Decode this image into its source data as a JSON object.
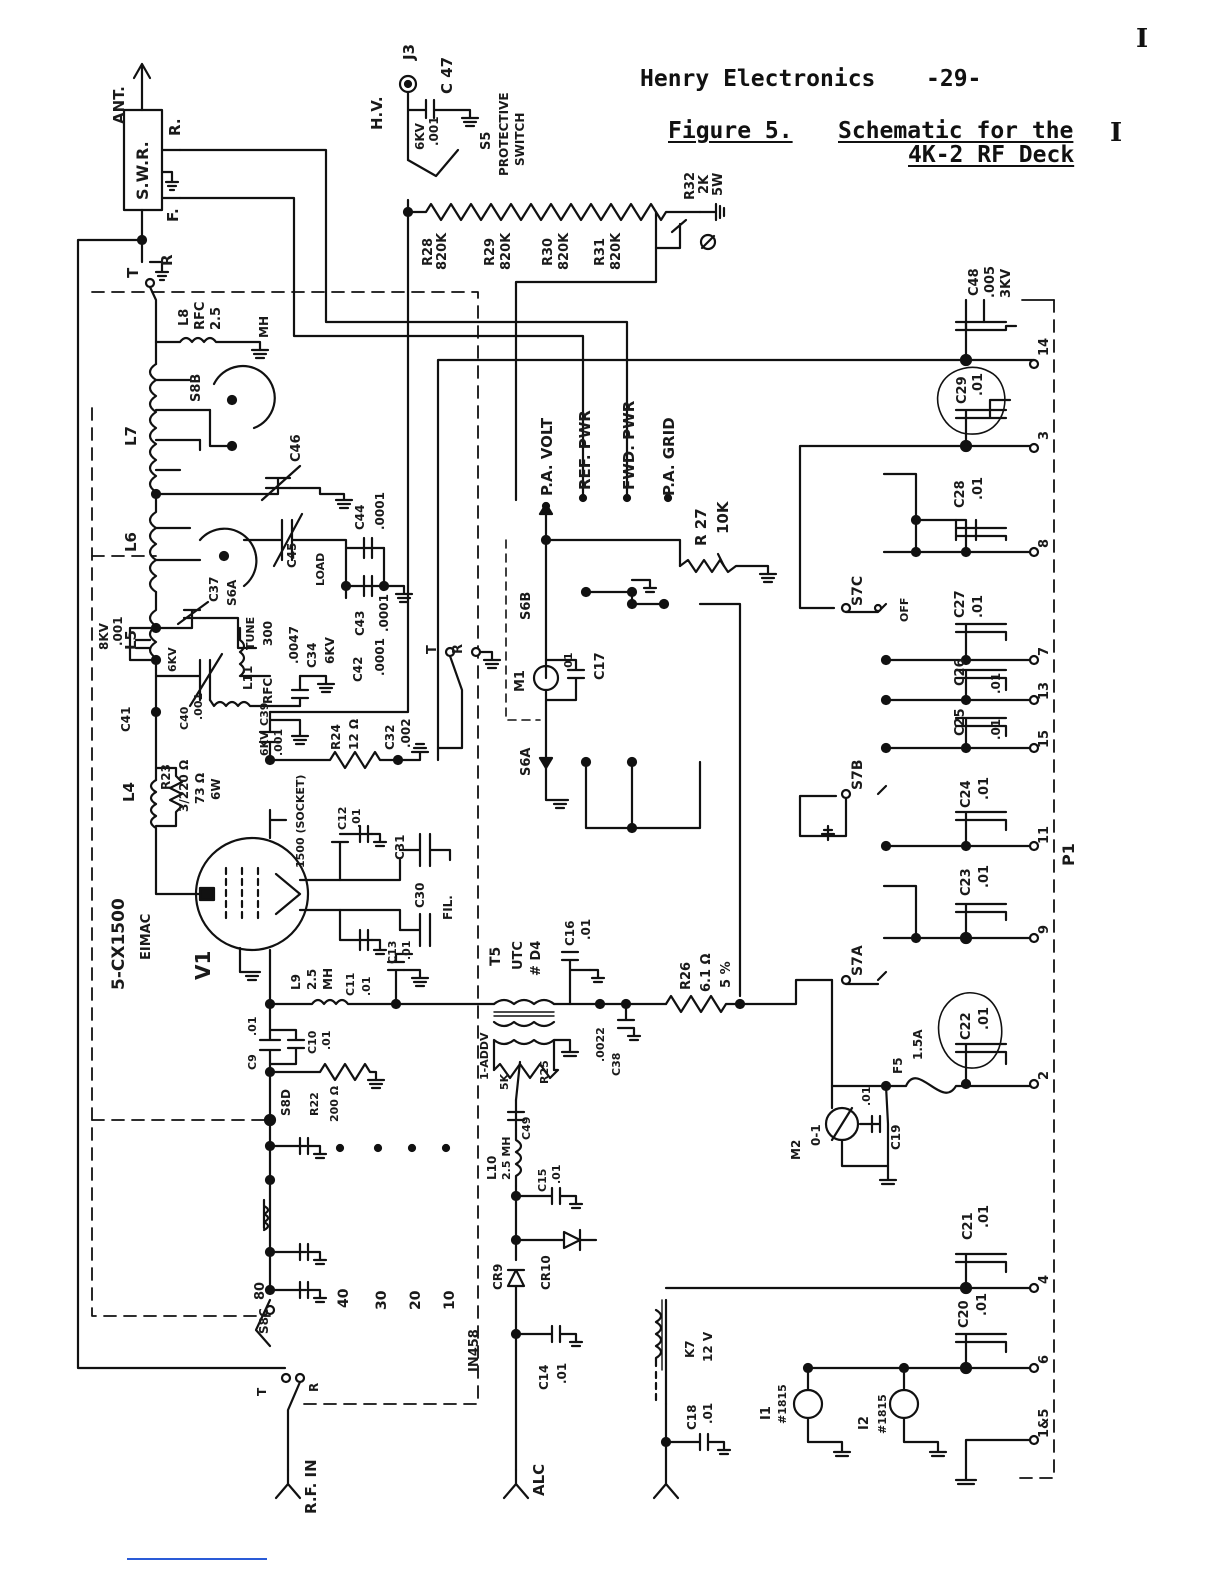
{
  "header": {
    "company": "Henry  Electronics",
    "page_number": "-29-",
    "figure_label": "Figure 5.",
    "title_line1": "Schematic for the",
    "title_line2": "4K-2 RF Deck",
    "corner_mark": "I",
    "side_mark": "I"
  },
  "labels": {
    "ant": "ANT.",
    "r_top": "R.",
    "f_top": "F.",
    "swr": "S.W.R.",
    "hv": "H.V.",
    "j3": "J3",
    "c47": "C 47",
    "c47_rating": "6KV",
    "c47_value": ".001",
    "s5": "S5",
    "s5_desc": "PROTECTIVE",
    "s5_desc2": "SWITCH",
    "r32": "R32",
    "r32_v": "2K",
    "r32_w": "5W",
    "r28": "R28",
    "r28_v": "820K",
    "r29": "R29",
    "r29_v": "820K",
    "r30": "R30",
    "r30_v": "820K",
    "r31": "R31",
    "r31_v": "820K",
    "l8": "L8",
    "l8_rfc": "RFC",
    "l8_v": "2.5",
    "l8_mh": "MH",
    "c48": "C48",
    "c48_v": ".005",
    "c48_kv": "3KV",
    "c29": "C29",
    "c29_v": ".01",
    "c28": "C28",
    "c28_v": ".01",
    "c27": "C27",
    "c27_v": ".01",
    "c26": "C26",
    "c26_v": ".01",
    "c25": "C25",
    "c25_v": ".01",
    "c24": "C24",
    "c24_v": ".01",
    "c23": "C23",
    "c23_v": ".01",
    "c22": "C22",
    "c22_v": ".01",
    "c21": "C21",
    "c21_v": ".01",
    "c20": "C20",
    "c20_v": ".01",
    "pa_volt": "P.A. VOLT",
    "ref_pwr": "REF. PWR",
    "fwd_pwr": "FWD. PWR",
    "pa_grid": "P.A. GRID",
    "r27": "R 27",
    "r27_v": "10K",
    "s7c": "S7C",
    "s7c_off": "OFF",
    "s7b": "S7B",
    "s7a": "S7A",
    "l7": "L7",
    "s8b": "S8B",
    "c46": "C46",
    "c44": "C44",
    "c44_v": ".0001",
    "c45": "C45",
    "load": "LOAD",
    "l6": "L6",
    "l5": "L5",
    "c37": "C37",
    "s6a": "S6A",
    "tune": "TUNE",
    "rfc": "RFC",
    "rfc_v": "300",
    "c43": "C43",
    "c43_v": ".0001",
    "c42": "C42",
    "c42_v": ".0001",
    "c34": "C34",
    "c34_v": ".0047",
    "c34_kv": "6KV",
    "c41": "C41",
    "c41_kv": "8KV",
    "c41_v": ".001",
    "c40": "C40",
    "c40_kv": "6KV",
    "c40_v": ".001",
    "l11": "L11",
    "c39": "C39",
    "c39_kv": "6KV",
    "c39_v": ".001",
    "r24": "R24",
    "r24_v": "12 Ω",
    "c32": "C32",
    "c32_v": ".002",
    "t": "T",
    "r": "R",
    "s6b": "S6B",
    "m1": "M1",
    "c17": "C17",
    "c17_v": ".01",
    "s6a2": "S6A",
    "l4": "L4",
    "r23": "R23",
    "r23_v": "3/220 Ω",
    "r23_v2": "73 Ω",
    "r23_w": "6W",
    "v1": "V1",
    "tube": "5-CX1500",
    "eimac": "EIMAC",
    "socket": "1500 (SOCKET)",
    "c12": "C12",
    "c12_v": ".01",
    "c31": "C31",
    "c30": "C30",
    "fil": "FIL.",
    "c13": "C13",
    "c13_v": ".01",
    "c11": "C11",
    "c11_v": ".01",
    "l9": "L9",
    "l9_v": "2.5",
    "l9_mh": "MH",
    "t5": "T5",
    "t5_utc": "UTC",
    "t5_no": "# D4",
    "c16": "C16",
    "c16_v": ".01",
    "r26": "R26",
    "r26_v": "6.1 Ω",
    "r26_tol": "5 %",
    "c38": "C38",
    "c38_v": ".0022",
    "c9": "C9",
    "c9_v": ".01",
    "c10": "C10",
    "c10_v": ".01",
    "r22": "R22",
    "r22_v": "200 Ω",
    "s8d": "S8D",
    "l10": "L10",
    "l10_v": "2.5 MH",
    "adj": "1-ADDV",
    "r25": "R25",
    "r25_v": "5K",
    "c49": "C49",
    "c15": "C15",
    "c15_v": ".01",
    "cr9": "CR9",
    "cr10": "CR10",
    "in458": "IN458",
    "c14": "C14",
    "c14_v": ".01",
    "f5": "F5",
    "f5_v": "1.5A",
    "m2": "M2",
    "m2_v": "0-1",
    "c19": "C19",
    "c19_v": ".01",
    "k7": "K7",
    "k7_v": "12 V",
    "c18": "C18",
    "c18_v": ".01",
    "i1": "I1",
    "i1_v": "#1815",
    "i2": "I2",
    "i2_v": "#1815",
    "p1": "P1",
    "rf_in": "R.F. IN",
    "alc": "ALC",
    "band80": "80",
    "band40": "40",
    "band30": "30",
    "band20": "20",
    "band10": "10",
    "s8c": "S8C",
    "pin14": "14",
    "pin3": "3",
    "pin8": "8",
    "pin7": "7",
    "pin13": "13",
    "pin15": "15",
    "pin11": "11",
    "pin9": "9",
    "pin2": "2",
    "pin4": "4",
    "pin6": "6",
    "pin1_5": "1&5"
  }
}
